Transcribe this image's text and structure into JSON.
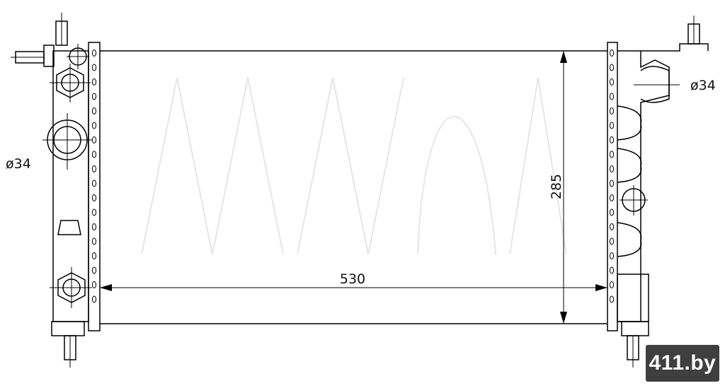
{
  "dimensions": {
    "width_label": "530",
    "height_label": "285",
    "left_pipe_label": "ø34",
    "right_pipe_label": "ø34"
  },
  "watermark_badge": {
    "text": "411.by",
    "background": "#3f3f3f",
    "color": "#ffffff"
  }
}
